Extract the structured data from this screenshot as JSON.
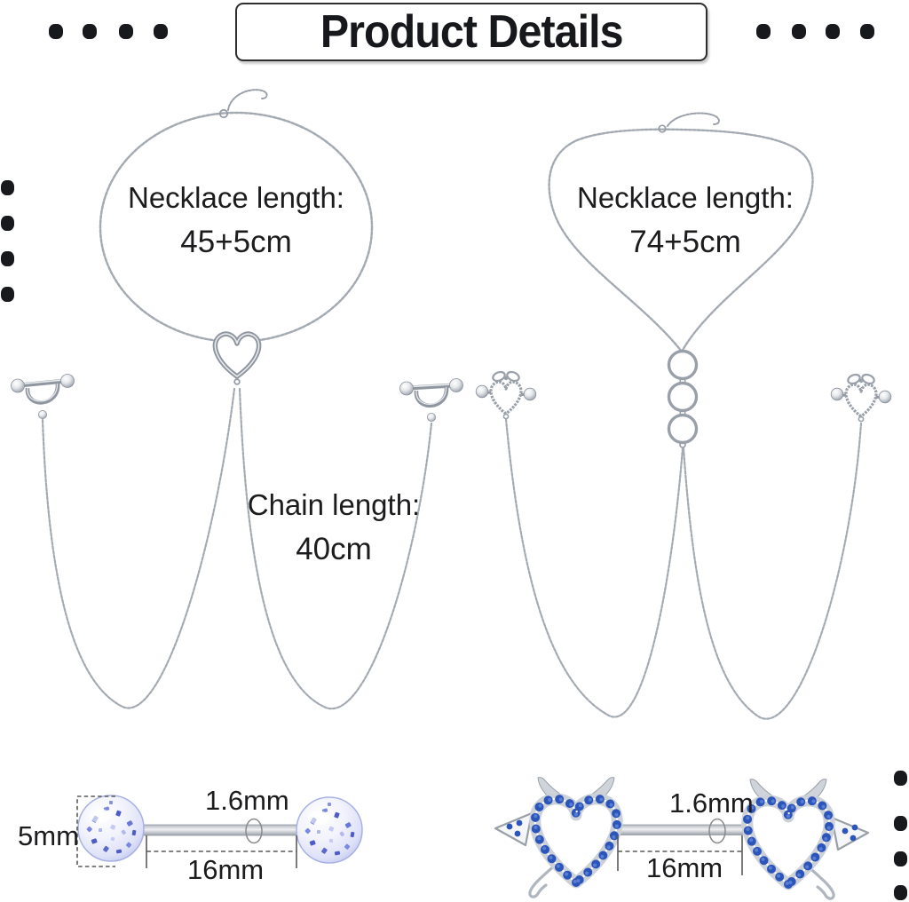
{
  "title": {
    "label": "Product Details"
  },
  "left_necklace": {
    "length_label": "Necklace length:",
    "length_value": "45+5cm",
    "chain_label": "Chain length:",
    "chain_value": "40cm"
  },
  "right_necklace": {
    "length_label": "Necklace length:",
    "length_value": "74+5cm"
  },
  "glitter_barbell": {
    "ball_size": "5mm",
    "bar_gauge": "1.6mm",
    "bar_length": "16mm"
  },
  "devil_barbell": {
    "bar_gauge": "1.6mm",
    "bar_length": "16mm"
  },
  "decor": {
    "top_left_dots": 4,
    "top_right_dots": 4,
    "mid_left_dots": 4,
    "bottom_right_dots": 4
  },
  "colors": {
    "text": "#1c1c1e",
    "dot_black": "#17191d",
    "chain_silver": "#a4aab2",
    "pendant_silver": "#8f969f",
    "gem_blue": "#2b55ba",
    "glitter_purple": "#5b69ce",
    "glitter_ball_base": "#e9ecfa"
  }
}
